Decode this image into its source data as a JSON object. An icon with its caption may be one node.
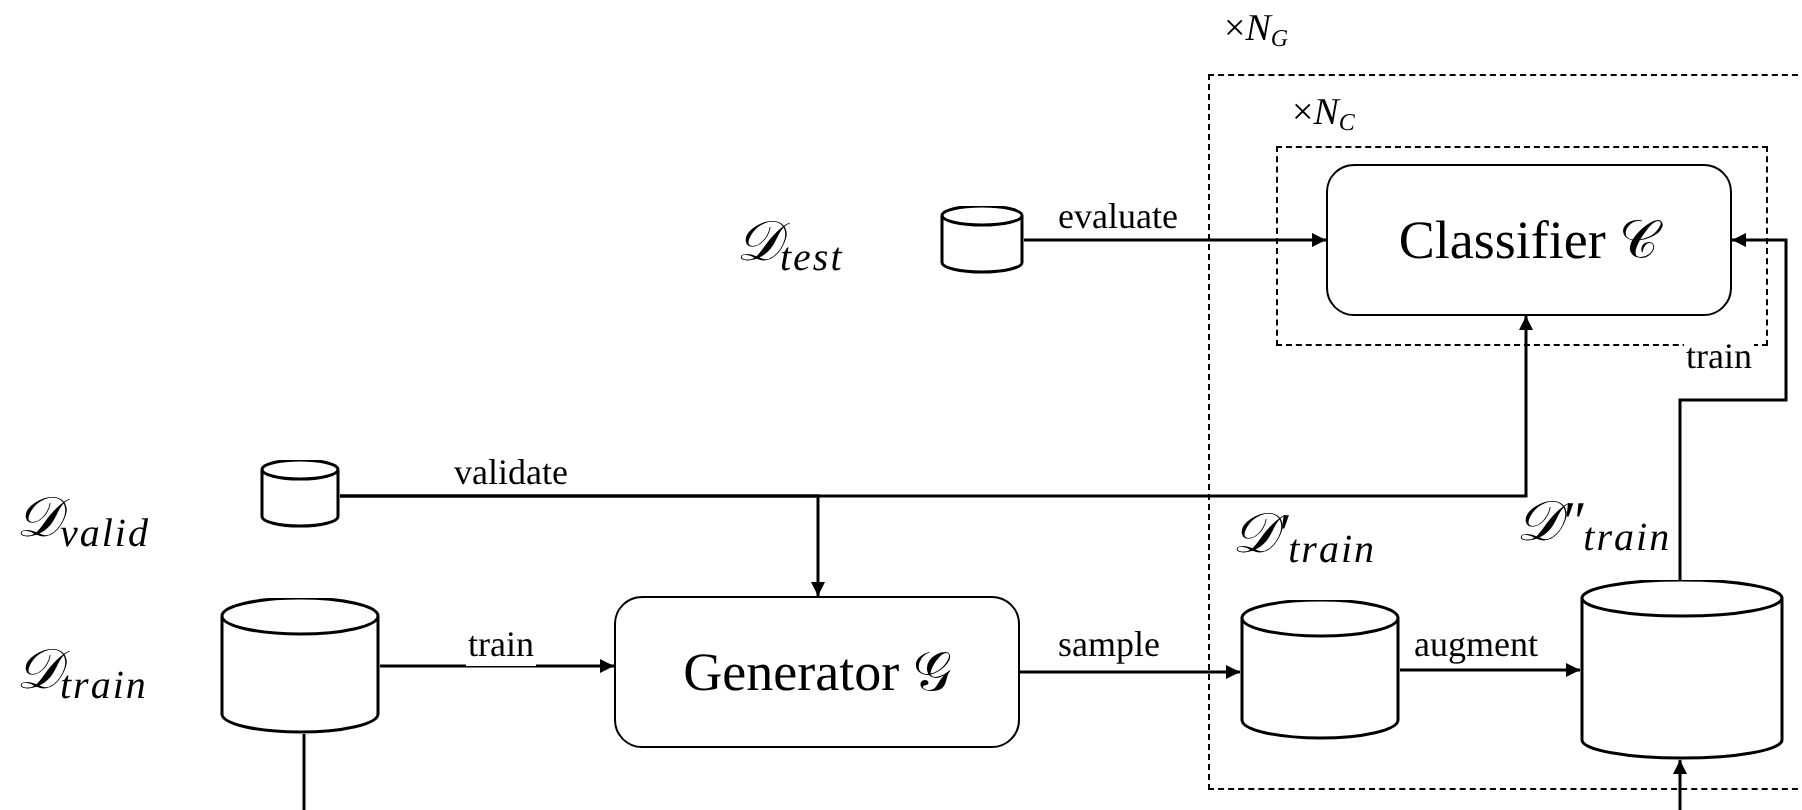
{
  "diagram": {
    "nodes": [
      {
        "text": [
          "×*N*$_{G}$"
        ]
      },
      {
        "text": [
          "×*N*$_{C}$"
        ],
        "in": 0
      },
      {
        "text": [
          "Classifier 𝒞"
        ],
        "in": 1
      },
      {
        "text": [],
        "shape": "cylinder",
        "beside": [
          "𝒟$_{test}$"
        ]
      },
      {
        "text": [],
        "shape": "cylinder",
        "beside": [
          "𝒟$_{valid}$"
        ]
      },
      {
        "text": [],
        "shape": "cylinder",
        "beside": [
          "𝒟$_{train}$"
        ]
      },
      {
        "text": [
          "Generator 𝒢"
        ]
      },
      {
        "text": [],
        "shape": "cylinder",
        "beside": [
          "𝒟′$_{train}$"
        ],
        "in": 0
      },
      {
        "text": [],
        "shape": "cylinder",
        "beside": [
          "𝒟″$_{train}$"
        ],
        "in": 0
      }
    ],
    "edges": [
      {
        "from": 3,
        "to": 2,
        "arrow": "to",
        "label": "evaluate"
      },
      {
        "from": 4,
        "to": 6,
        "arrow": "to",
        "label": "validate"
      },
      {
        "from": 4,
        "to": 2,
        "arrow": "to"
      },
      {
        "from": 5,
        "to": 6,
        "arrow": "to",
        "label": "train"
      },
      {
        "from": 6,
        "to": 7,
        "arrow": "to",
        "label": "sample"
      },
      {
        "from": 7,
        "to": 8,
        "arrow": "to",
        "label": "augment"
      },
      {
        "from": 8,
        "to": 2,
        "arrow": "to",
        "label": "train"
      },
      {
        "from": 5,
        "to": null,
        "arrow": "none"
      },
      {
        "from": null,
        "to": 8,
        "arrow": "to"
      }
    ]
  }
}
